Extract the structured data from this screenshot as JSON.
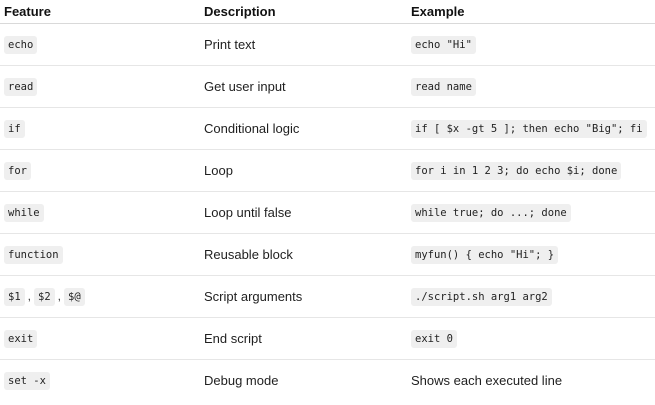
{
  "table": {
    "headers": {
      "feature": "Feature",
      "description": "Description",
      "example": "Example"
    },
    "rows": [
      {
        "feature": "echo",
        "description": "Print text",
        "example": "echo \"Hi\""
      },
      {
        "feature": "read",
        "description": "Get user input",
        "example": "read name"
      },
      {
        "feature": "if",
        "description": "Conditional logic",
        "example": "if [ $x -gt 5 ]; then echo \"Big\"; fi"
      },
      {
        "feature": "for",
        "description": "Loop",
        "example": "for i in 1 2 3; do echo $i; done"
      },
      {
        "feature": "while",
        "description": "Loop until false",
        "example": "while true; do ...; done"
      },
      {
        "feature": "function",
        "description": "Reusable block",
        "example": "myfun() { echo \"Hi\"; }"
      },
      {
        "feature_parts": [
          "$1",
          "$2",
          "$@"
        ],
        "feature_separator": ",",
        "description": "Script arguments",
        "example": "./script.sh arg1 arg2"
      },
      {
        "feature": "exit",
        "description": "End script",
        "example": "exit 0"
      },
      {
        "feature": "set -x",
        "description": "Debug mode",
        "example": "Shows each executed line"
      }
    ]
  }
}
